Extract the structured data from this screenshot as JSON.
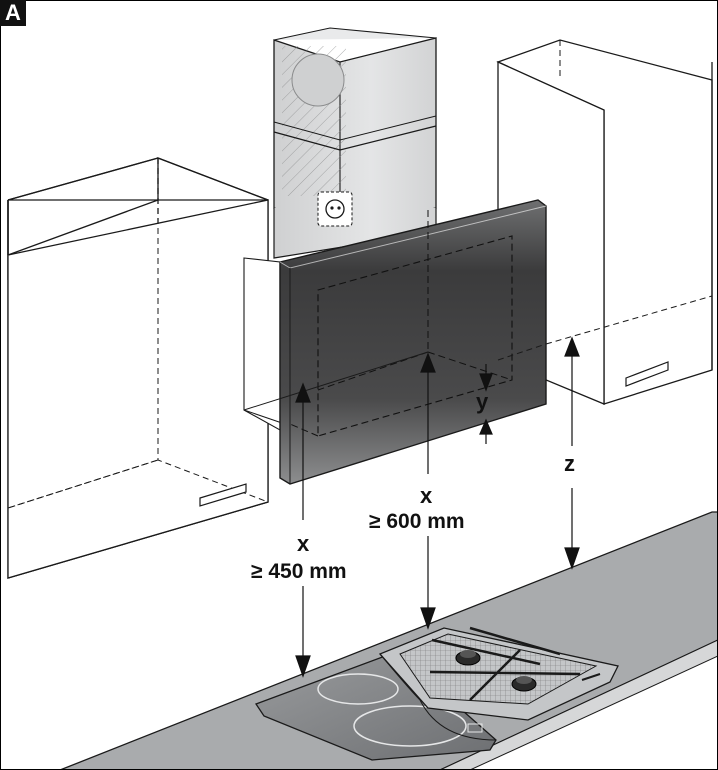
{
  "figure": {
    "tag": "A"
  },
  "labels": {
    "x_left": "x",
    "dim_left": "≥ 450 mm",
    "x_center": "x",
    "dim_center": "≥ 600 mm",
    "y": "y",
    "z": "z"
  },
  "colors": {
    "line": "#1a1a1a",
    "countertop": "#a7a9ab",
    "countertop_edge": "#d4d5d6",
    "cabinet": "#ffffff",
    "chimney": "#d9dadb",
    "glass_top": "#8a8a8a",
    "glass_bottom": "#2b2b2b",
    "hob_glass": "#7d7f82",
    "steel": "#c9cbcd",
    "label_tag_bg": "#111111"
  }
}
